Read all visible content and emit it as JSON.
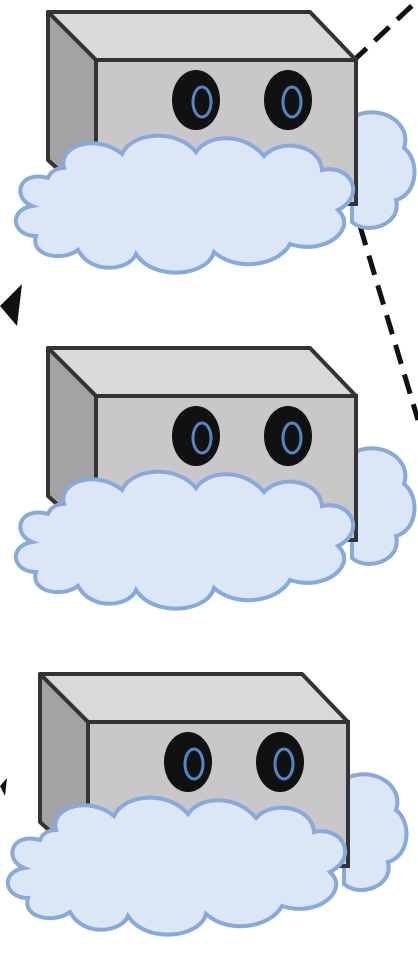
{
  "diagram": {
    "nodes": [
      {
        "id": "server-1",
        "shape": "box-with-eyes-on-cloud",
        "label": ""
      },
      {
        "id": "server-2",
        "shape": "box-with-eyes-on-cloud",
        "label": ""
      },
      {
        "id": "server-3",
        "shape": "box-with-eyes-on-cloud",
        "label": ""
      }
    ],
    "connectors": [
      {
        "id": "dashed-link-top",
        "style": "dashed"
      },
      {
        "id": "dashed-link-right",
        "style": "dashed"
      }
    ],
    "arrowheads": [
      {
        "id": "arrow-left-upper",
        "direction": "left"
      },
      {
        "id": "arrow-left-lower",
        "direction": "left"
      }
    ],
    "colors": {
      "background": "#ffffff",
      "box_top": "#d9d9d9",
      "box_front": "#c9c7c9",
      "box_side": "#a3a3a3",
      "box_outline": "#333333",
      "eye_dark": "#111111",
      "eye_ring": "#4f87c8",
      "cloud_fill": "#dbe7f7",
      "cloud_stroke": "#87a9dc",
      "dash": "#111111"
    }
  }
}
